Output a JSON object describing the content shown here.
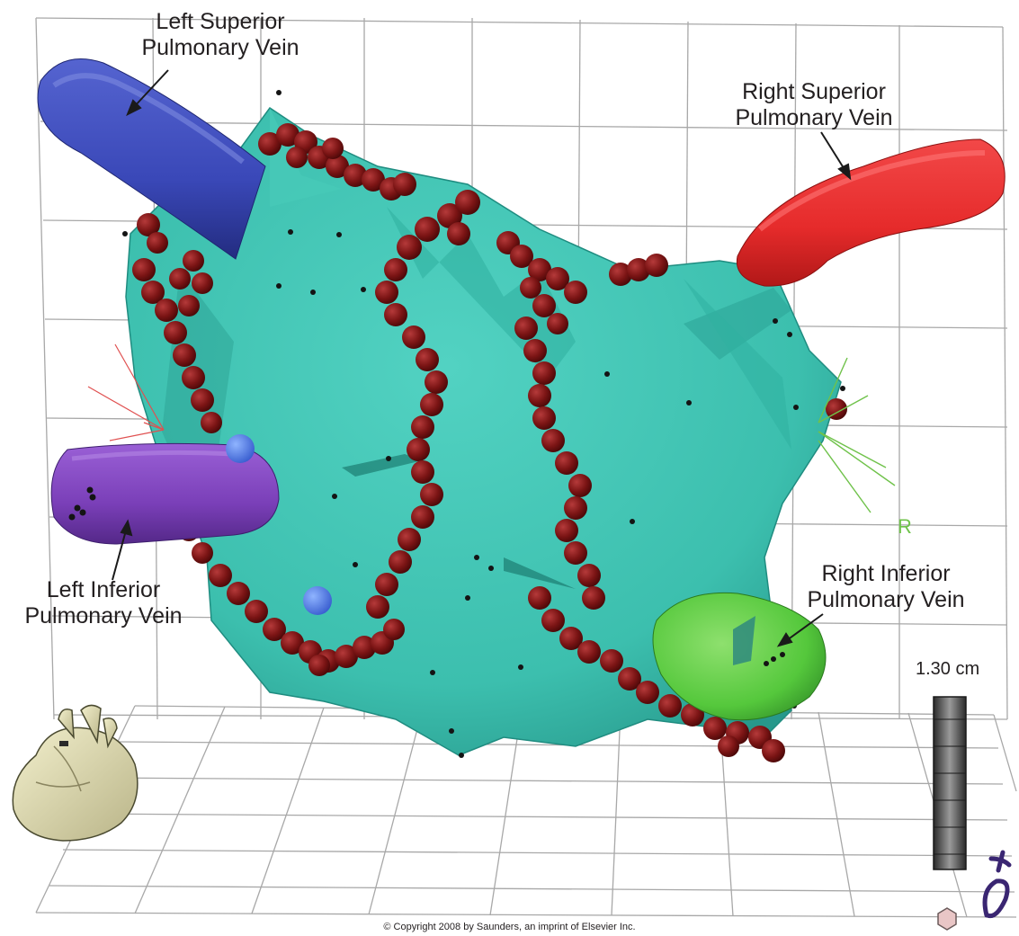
{
  "labels": {
    "lspv": [
      "Left Superior",
      "Pulmonary Vein"
    ],
    "rspv": [
      "Right Superior",
      "Pulmonary Vein"
    ],
    "lipv": [
      "Left Inferior",
      "Pulmonary Vein"
    ],
    "ripv": [
      "Right Inferior",
      "Pulmonary Vein"
    ]
  },
  "scale_label": "1.30 cm",
  "orientation_marker": "R",
  "copyright": "© Copyright 2008 by Saunders, an imprint of Elsevier Inc.",
  "colors": {
    "atrium": "#3cbfae",
    "atrium_dark": "#23968a",
    "lesion": "#7a1414",
    "lspv": "#3a48b8",
    "rspv": "#e62b2b",
    "lipv": "#7a3fb8",
    "ripv": "#55c83c",
    "grid": "#a8a8a8"
  }
}
